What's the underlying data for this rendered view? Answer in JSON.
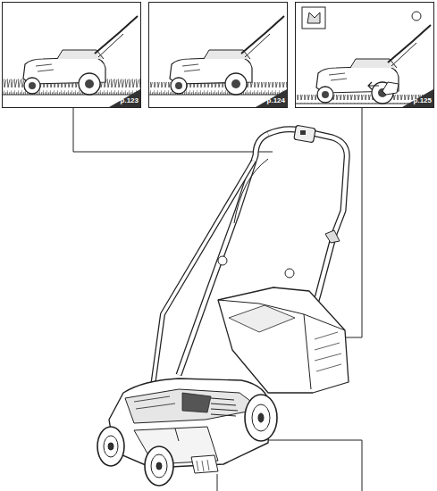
{
  "diagram": {
    "labels": [
      "p.123",
      "p.124",
      "p.125"
    ]
  }
}
